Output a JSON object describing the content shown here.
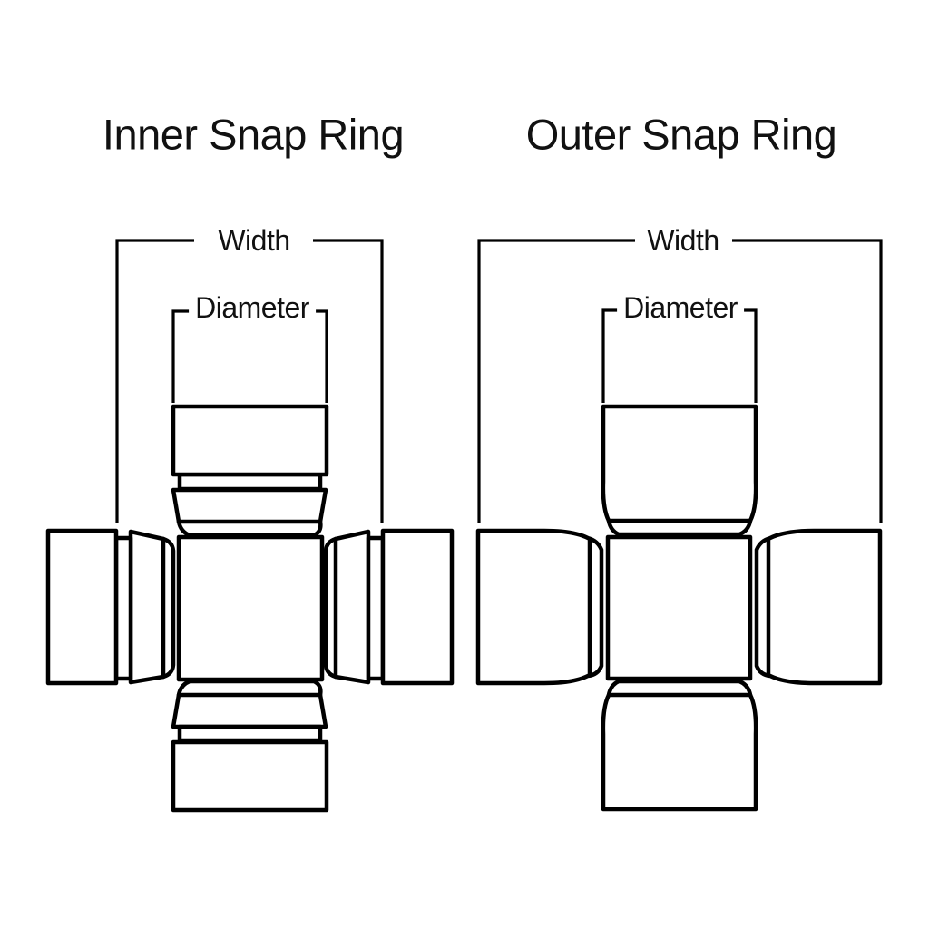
{
  "colors": {
    "background": "#ffffff",
    "line": "#000000",
    "text": "#111111"
  },
  "diagrams": [
    {
      "id": "inner-snap-ring",
      "title": "Inner Snap Ring",
      "labels": {
        "width": "Width",
        "diameter": "Diameter"
      }
    },
    {
      "id": "outer-snap-ring",
      "title": "Outer Snap Ring",
      "labels": {
        "width": "Width",
        "diameter": "Diameter"
      }
    }
  ]
}
